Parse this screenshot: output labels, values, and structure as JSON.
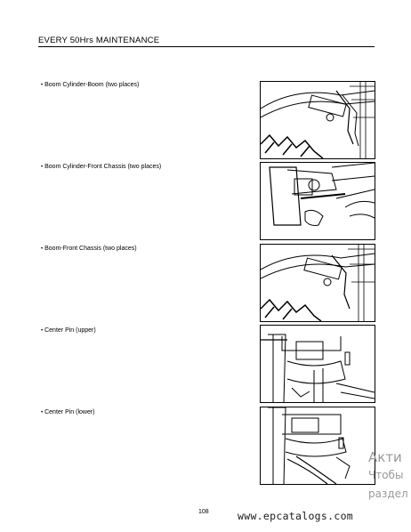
{
  "header": {
    "title": "EVERY 50Hrs MAINTENANCE"
  },
  "items": [
    {
      "bullet": "•",
      "label": "Boom Cylinder-Boom (two places)"
    },
    {
      "bullet": "•",
      "label": "Boom Cylinder-Front Chassis  (two places)"
    },
    {
      "bullet": "•",
      "label": "Boom-Front Chassis (two places)"
    },
    {
      "bullet": "•",
      "label": "Center Pin (upper)"
    },
    {
      "bullet": "•",
      "label": "Center Pin (lower)"
    }
  ],
  "footer": {
    "page_number": "108",
    "watermark_url": "www.epcatalogs.com"
  },
  "activation_overlay": {
    "line1": "Акти",
    "line2": "Чтобы",
    "line3": "раздел"
  }
}
